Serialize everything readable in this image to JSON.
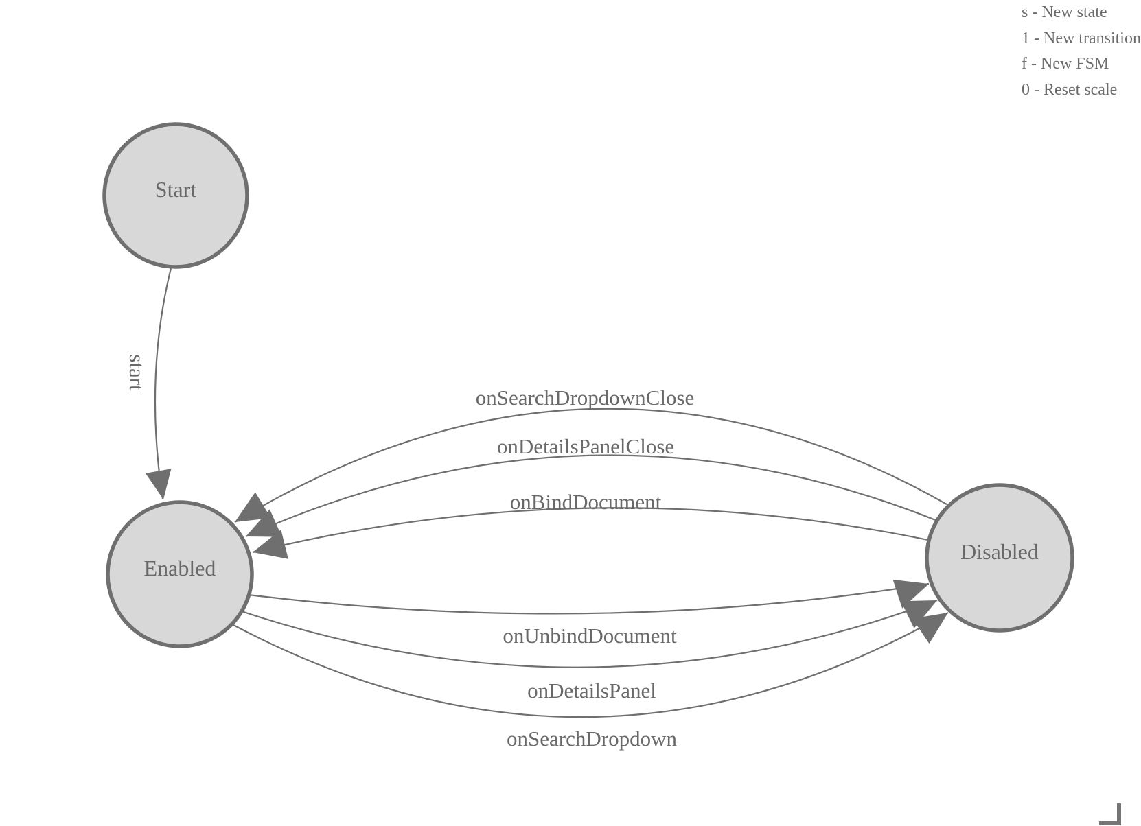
{
  "states": [
    {
      "label": "Start"
    },
    {
      "label": "Enabled"
    },
    {
      "label": "Disabled"
    }
  ],
  "transitions": [
    {
      "label": "start",
      "from": "Start",
      "to": "Enabled"
    },
    {
      "label": "onSearchDropdownClose",
      "from": "Disabled",
      "to": "Enabled"
    },
    {
      "label": "onDetailsPanelClose",
      "from": "Disabled",
      "to": "Enabled"
    },
    {
      "label": "onBindDocument",
      "from": "Disabled",
      "to": "Enabled"
    },
    {
      "label": "onUnbindDocument",
      "from": "Enabled",
      "to": "Disabled"
    },
    {
      "label": "onDetailsPanel",
      "from": "Enabled",
      "to": "Disabled"
    },
    {
      "label": "onSearchDropdown",
      "from": "Enabled",
      "to": "Disabled"
    }
  ],
  "legend": {
    "lines": [
      "s - New state",
      "1 - New transition",
      "f - New FSM",
      "0 - Reset scale"
    ]
  },
  "colors": {
    "node_fill": "#d8d8d8",
    "node_border": "#6f6f6f",
    "edge": "#6f6f6f",
    "label_text": "#696969",
    "legend_text": "#6b6b6b",
    "corner": "#757575"
  }
}
